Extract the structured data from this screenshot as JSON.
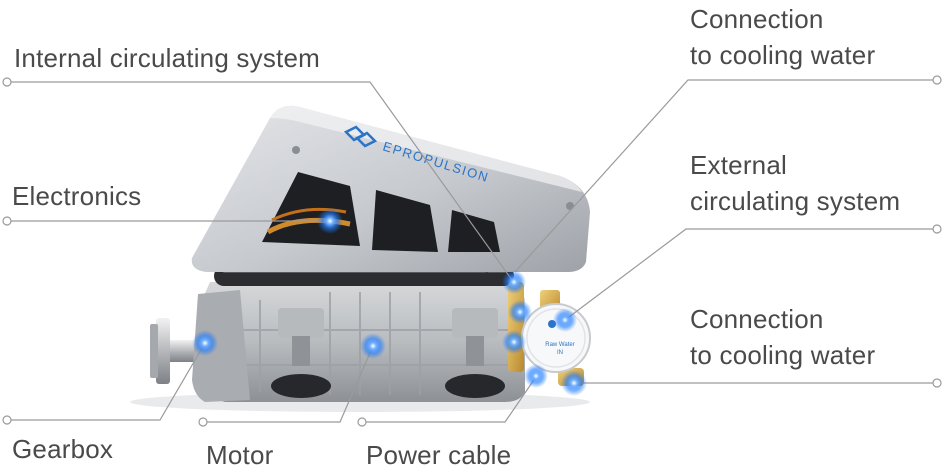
{
  "brand": "EPROPULSION",
  "badge": [
    "Raw Water",
    "IN"
  ],
  "colors": {
    "label_text": "#4a4a4a",
    "leader_line": "#9a9a9a",
    "hotspot": "#1e7bff",
    "housing": "#c9ccd0",
    "brand_blue": "#2b74c9"
  },
  "callouts": [
    {
      "id": "internal-circulating-system",
      "lines": [
        "Internal circulating system"
      ]
    },
    {
      "id": "electronics",
      "lines": [
        "Electronics"
      ]
    },
    {
      "id": "gearbox",
      "lines": [
        "Gearbox"
      ]
    },
    {
      "id": "motor",
      "lines": [
        "Motor"
      ]
    },
    {
      "id": "power-cable",
      "lines": [
        "Power cable"
      ]
    },
    {
      "id": "connection-cooling-water-top",
      "lines": [
        "Connection",
        "to cooling water"
      ]
    },
    {
      "id": "external-circulating-system",
      "lines": [
        "External",
        "circulating system"
      ]
    },
    {
      "id": "connection-cooling-water-bottom",
      "lines": [
        "Connection",
        "to cooling water"
      ]
    }
  ]
}
